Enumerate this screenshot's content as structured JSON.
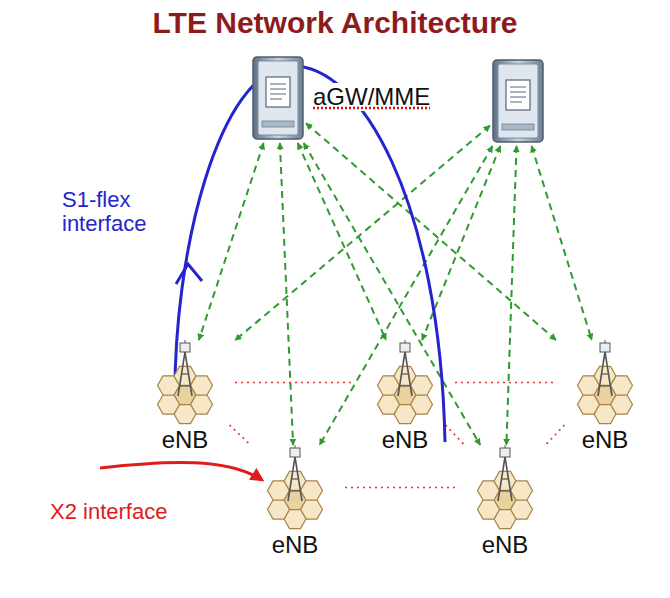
{
  "diagram": {
    "title": "LTE Network Architecture",
    "nodes": [
      {
        "text": [
          "aGW/MME"
        ]
      },
      {
        "text": [
          "eNB"
        ]
      },
      {
        "text": [
          "eNB"
        ]
      },
      {
        "text": [
          "eNB"
        ]
      },
      {
        "text": [
          "eNB"
        ]
      },
      {
        "text": [
          "eNB"
        ]
      }
    ],
    "edges": [
      {
        "from": 0,
        "to": 1,
        "arrow": "both"
      },
      {
        "from": 0,
        "to": 2,
        "arrow": "both"
      },
      {
        "from": 0,
        "to": 3,
        "arrow": "both"
      },
      {
        "from": 0,
        "to": 4,
        "arrow": "both"
      },
      {
        "from": 0,
        "to": 5,
        "arrow": "both"
      },
      {
        "from": 1,
        "to": 2,
        "arrow": "none"
      },
      {
        "from": 2,
        "to": 3,
        "arrow": "none"
      },
      {
        "from": 1,
        "to": 4,
        "arrow": "none"
      },
      {
        "from": 4,
        "to": 5,
        "arrow": "none"
      },
      {
        "from": 2,
        "to": 5,
        "arrow": "none"
      },
      {
        "from": 3,
        "to": 5,
        "arrow": "none"
      }
    ],
    "labels": [
      "S1-flex interface",
      "X2 interface"
    ]
  }
}
